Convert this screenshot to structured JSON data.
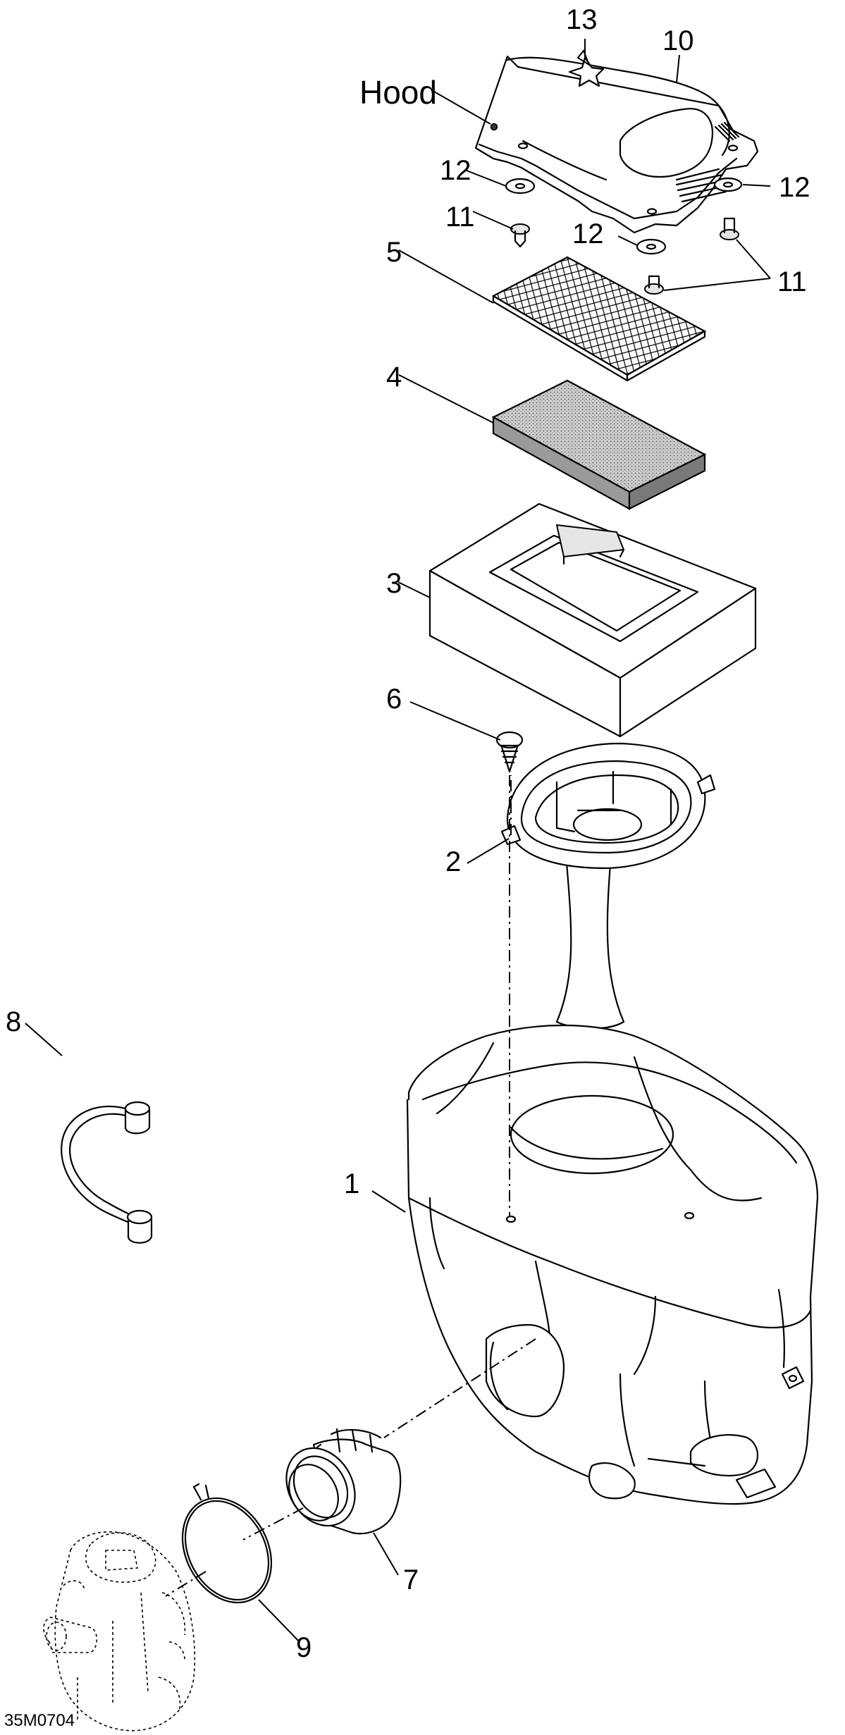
{
  "labels": {
    "hood": "Hood",
    "p13": "13",
    "p10": "10",
    "p12a": "12",
    "p12b": "12",
    "p12c": "12",
    "p11a": "11",
    "p11b": "11",
    "p5": "5",
    "p4": "4",
    "p3": "3",
    "p6": "6",
    "p2": "2",
    "p8": "8",
    "p1": "1",
    "p7": "7",
    "p9": "9"
  },
  "drawing_code": "35M0704"
}
